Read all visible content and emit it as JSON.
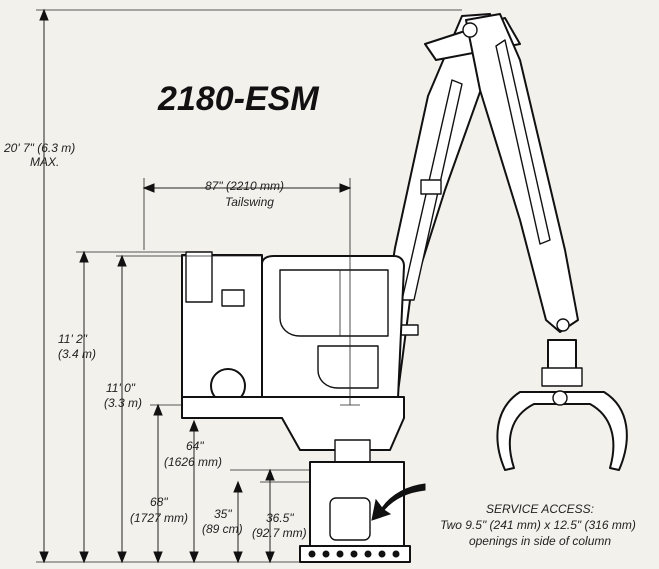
{
  "model": "2180-ESM",
  "dimensions": {
    "max_height": "20' 7\" (6.3 m)",
    "max_height_note": "MAX.",
    "tailswing": "87\" (2210 mm)",
    "tailswing_label": "Tailswing",
    "height_a_ft": "11' 2\"",
    "height_a_m": "(3.4 m)",
    "height_b_ft": "11' 0\"",
    "height_b_m": "(3.3 m)",
    "height_c_in": "64\"",
    "height_c_mm": "(1626 mm)",
    "height_d_in": "68\"",
    "height_d_mm": "(1727 mm)",
    "height_e_in": "35\"",
    "height_e_cm": "(89 cm)",
    "height_f_in": "36.5\"",
    "height_f_mm": "(92.7 mm)"
  },
  "service_access": {
    "line1": "SERVICE ACCESS:",
    "line2": "Two 9.5\" (241 mm) x 12.5\" (316 mm)",
    "line3": "openings in side of column"
  },
  "colors": {
    "background": "#f3f1ec",
    "ink": "#111111"
  }
}
